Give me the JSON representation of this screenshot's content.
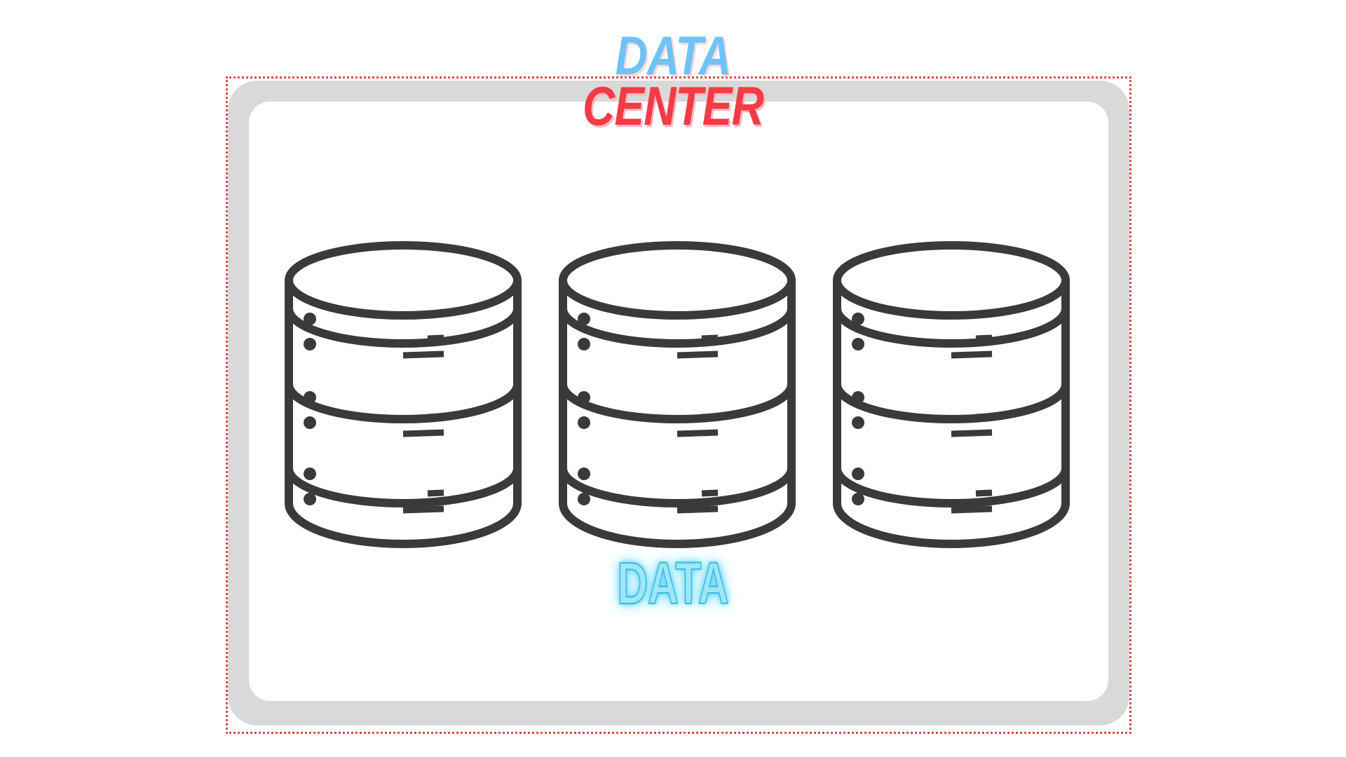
{
  "title": {
    "line1": "DATA",
    "line2": "CENTER"
  },
  "label": "DATA",
  "server_count": 3,
  "colors": {
    "title_line1": "#6ec3f7",
    "title_line2": "#f23b46",
    "label_glow": "#59d5f5",
    "icon_stroke": "#3a3a3a",
    "frame_dots": "#d94a4a",
    "panel": "#d9d9d9"
  },
  "icons": [
    "database-server-icon",
    "database-server-icon",
    "database-server-icon"
  ]
}
